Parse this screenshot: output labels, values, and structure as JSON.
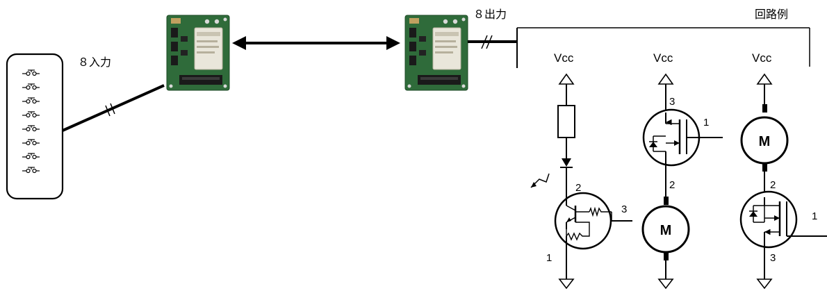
{
  "labels": {
    "input_count": "８入力",
    "output_count": "８出力",
    "circuit_example": "回路例",
    "vcc": "Vcc",
    "motor": "M",
    "pin1": "1",
    "pin2": "2",
    "pin3": "3"
  },
  "colors": {
    "line": "#000000",
    "board_pcb": "#2f6b3a",
    "board_module": "#e9e6da"
  }
}
